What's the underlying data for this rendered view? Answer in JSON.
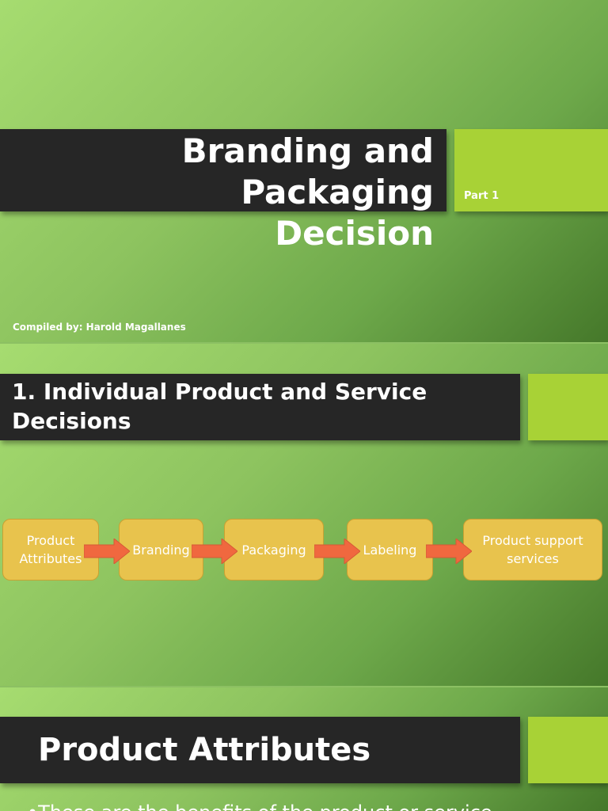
{
  "slide1": {
    "title_line1": "Branding and Packaging",
    "title_line2": "Decision",
    "subtitle": "Part 1",
    "compiled_by": "Compiled by: Harold Magallanes"
  },
  "slide2": {
    "title_line1": "1. Individual Product and Service",
    "title_line2": "Decisions",
    "flow": [
      {
        "line1": "Product",
        "line2": "Attributes"
      },
      {
        "line1": "Branding",
        "line2": ""
      },
      {
        "line1": "Packaging",
        "line2": ""
      },
      {
        "line1": "Labeling",
        "line2": ""
      },
      {
        "line1": "Product support",
        "line2": "services"
      }
    ]
  },
  "slide3": {
    "title": "Product Attributes",
    "bullet": "•These are the benefits of the product or service"
  },
  "colors": {
    "title_bar": "#262626",
    "accent": "#a8d236",
    "flow_box": "#e8c34d",
    "flow_arrow": "#f0683f"
  }
}
